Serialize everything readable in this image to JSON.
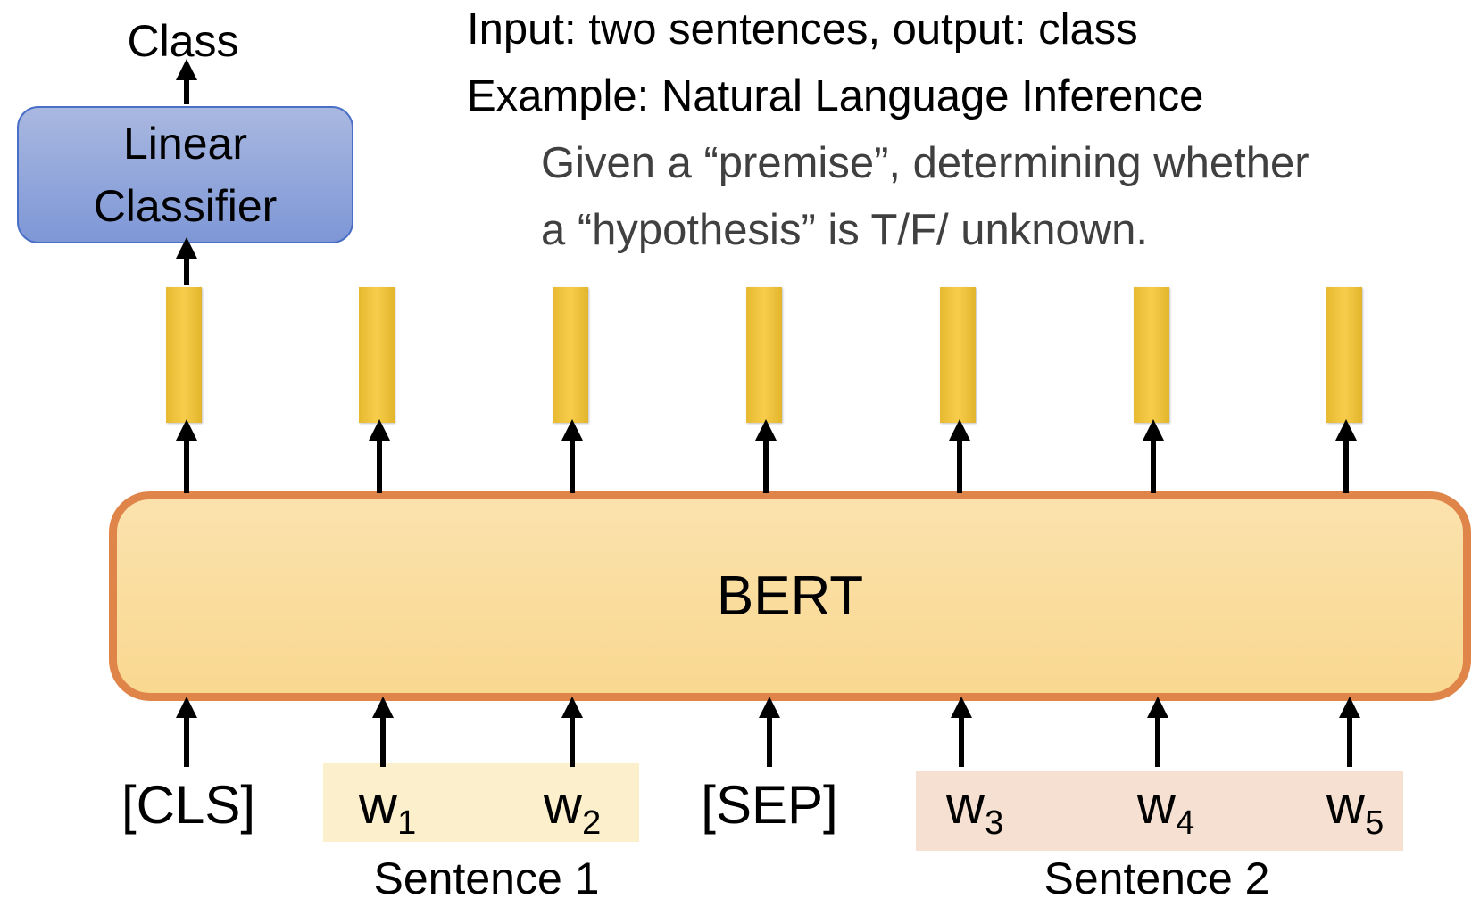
{
  "output": {
    "label": "Class"
  },
  "classifier": {
    "line1": "Linear",
    "line2": "Classifier"
  },
  "description": {
    "line1": "Input: two sentences, output: class",
    "line2": "Example: Natural Language Inference",
    "line3": "Given a “premise”, determining whether",
    "line4": "a “hypothesis” is T/F/ unknown."
  },
  "model": {
    "label": "BERT"
  },
  "tokens": [
    {
      "text": "[CLS]",
      "sub": ""
    },
    {
      "text": "w",
      "sub": "1"
    },
    {
      "text": "w",
      "sub": "2"
    },
    {
      "text": "[SEP]",
      "sub": ""
    },
    {
      "text": "w",
      "sub": "3"
    },
    {
      "text": "w",
      "sub": "4"
    },
    {
      "text": "w",
      "sub": "5"
    }
  ],
  "sentences": {
    "s1": "Sentence 1",
    "s2": "Sentence 2"
  },
  "colors": {
    "classifier_fill": "#8ea3da",
    "classifier_border": "#4a6fc6",
    "bert_fill": "#f9dc98",
    "bert_border": "#e0854a",
    "vector_fill": "#f5c842",
    "sentence1_bg": "#fcf0cc",
    "sentence2_bg": "#f5e0d2"
  }
}
